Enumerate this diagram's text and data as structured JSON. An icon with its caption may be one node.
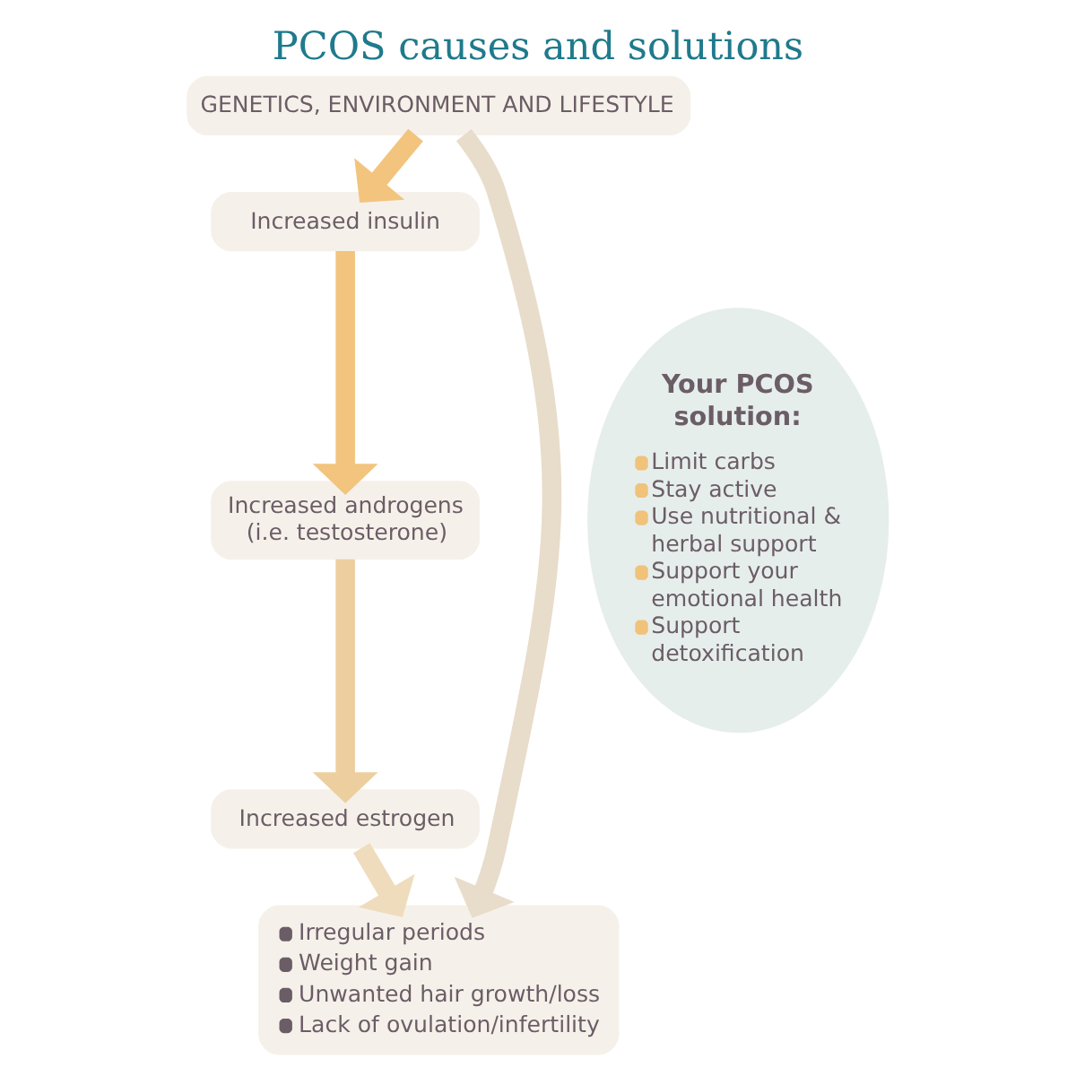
{
  "diagram": {
    "title": "PCOS causes and solutions",
    "nodes": [
      {
        "text": [
          "GENETICS, ENVIRONMENT AND LIFESTYLE"
        ]
      },
      {
        "text": [
          "Increased insulin"
        ]
      },
      {
        "text": [
          "Increased androgens (i.e. testosterone)"
        ]
      },
      {
        "text": [
          "Increased estrogen"
        ]
      },
      {
        "text": [
          "Irregular periods",
          "Weight gain",
          "Unwanted hair growth/loss",
          "Lack of ovulation/infertility"
        ]
      },
      {
        "text": [
          "Your PCOS solution:",
          "Limit carbs",
          "Stay active",
          "Use nutritional & herbal support",
          "Support your emotional health",
          "Support detoxification"
        ]
      }
    ],
    "edges": [
      {
        "from": 0,
        "to": 1,
        "arrow": "to",
        "color": "#f2c47e"
      },
      {
        "from": 1,
        "to": 2,
        "arrow": "to",
        "color": "#f2c47e"
      },
      {
        "from": 2,
        "to": 3,
        "arrow": "to",
        "color": "#edcf9f"
      },
      {
        "from": 3,
        "to": 4,
        "arrow": "to",
        "color": "#efdcbd"
      },
      {
        "from": 0,
        "to": 4,
        "arrow": "to",
        "color": "#e8dccb"
      }
    ]
  }
}
